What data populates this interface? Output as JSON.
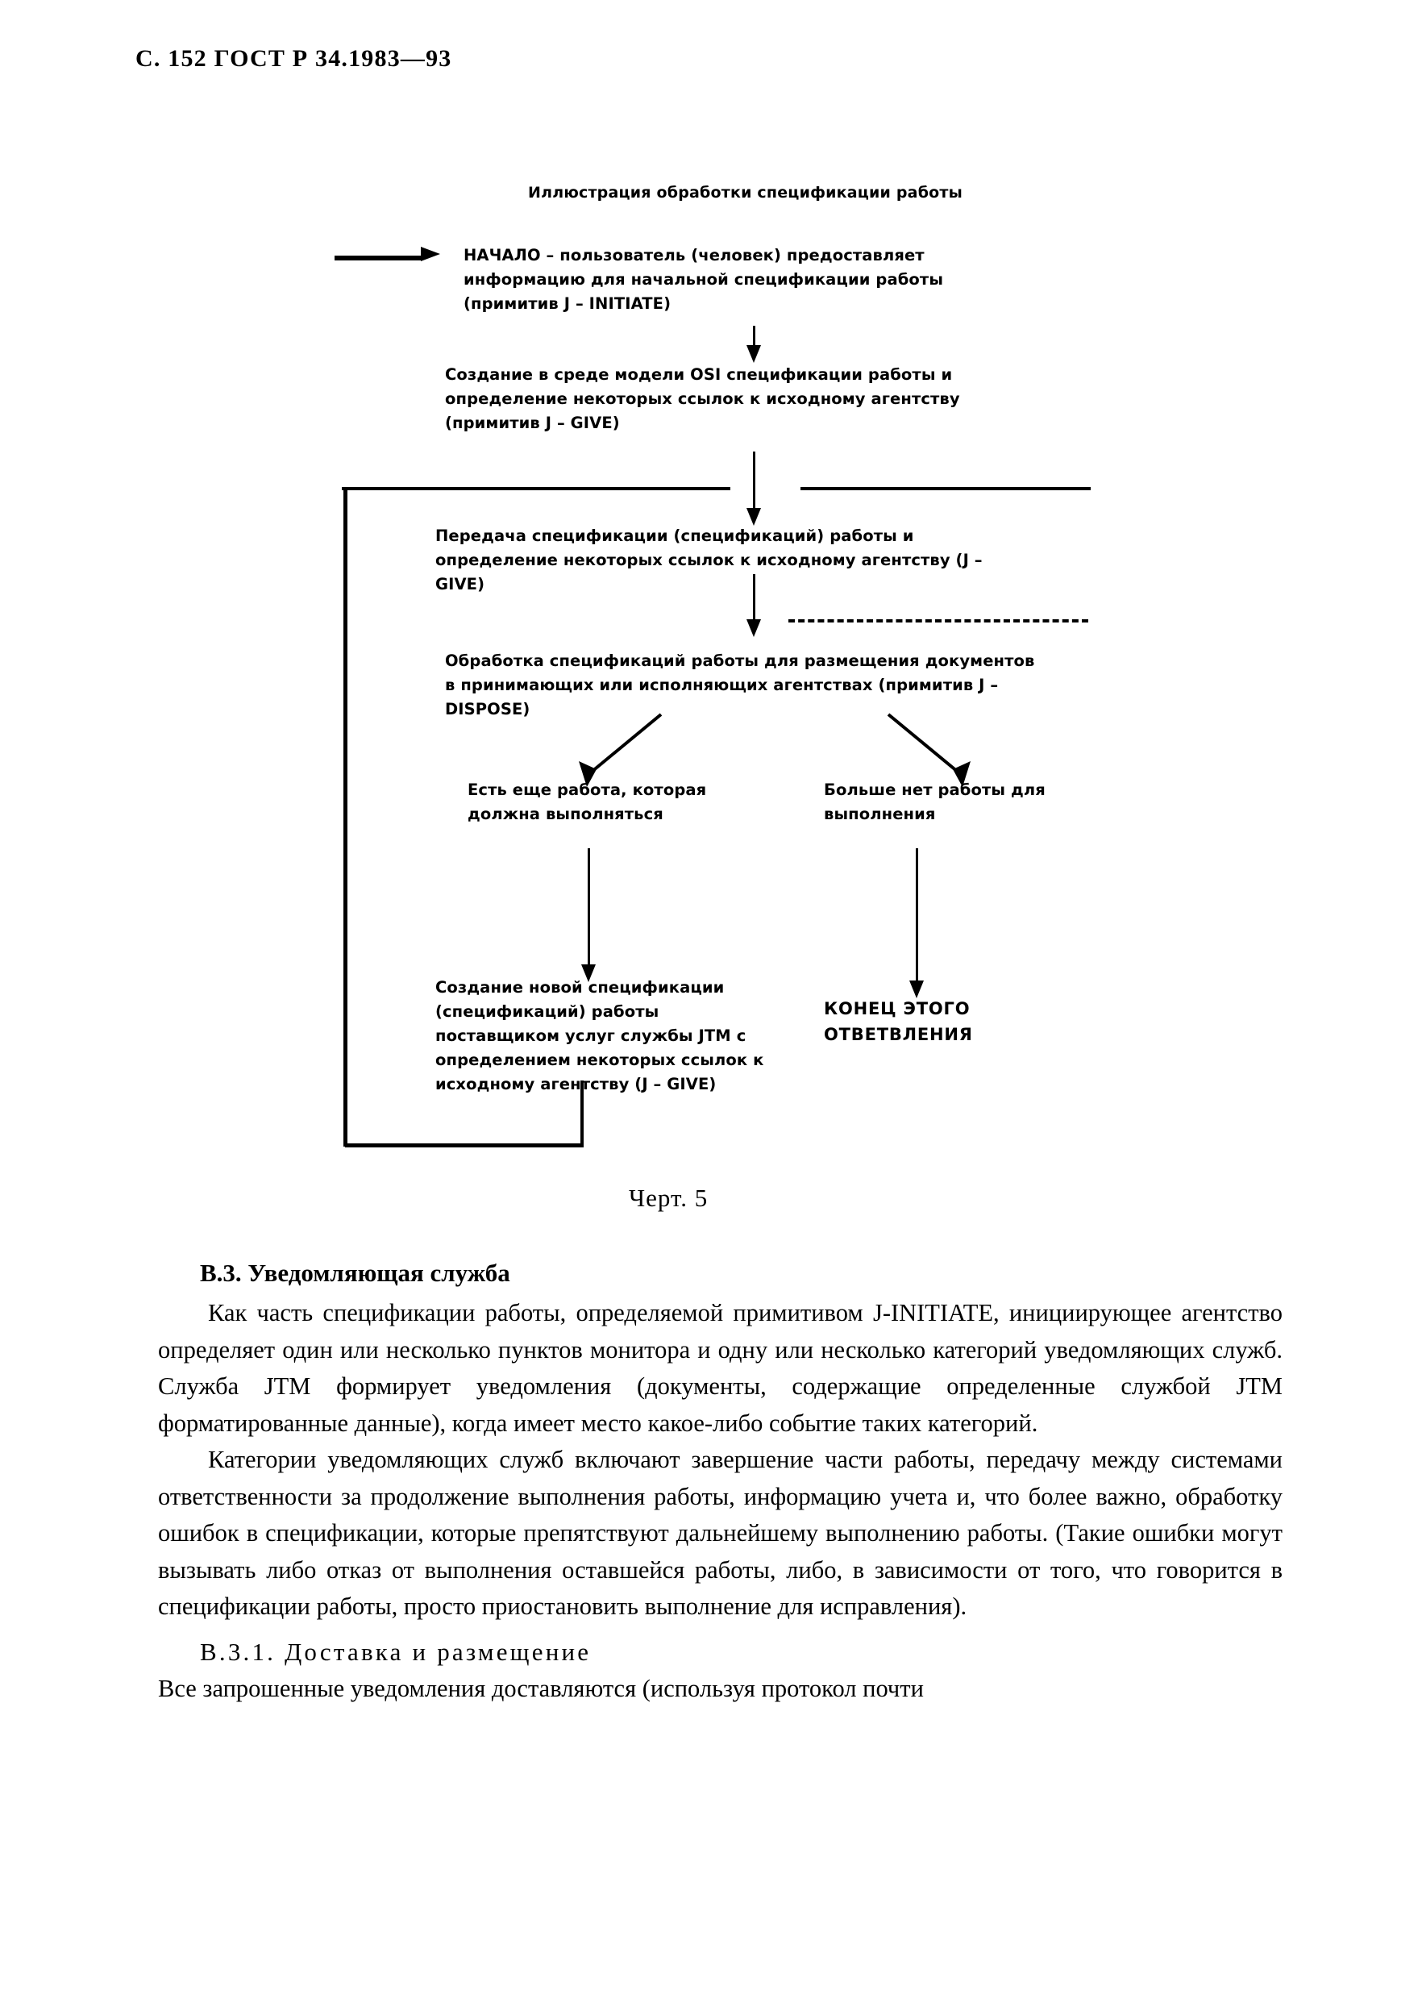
{
  "page": {
    "running_head": "С. 152 ГОСТ Р 34.1983—93"
  },
  "figure": {
    "title": "Иллюстрация обработки спецификации работы",
    "caption": "Черт. 5",
    "blocks": {
      "start": "НАЧАЛО – пользователь (человек) предоставляет информацию для начальной спецификации работы (примитив J – INITIATE)",
      "create": "Создание в среде модели OSI спецификации работы и определение некоторых ссылок к исходному агентству (примитив J – GIVE)",
      "transfer": "Передача спецификации (спецификаций) работы и определение некоторых ссылок к исходному агентству (J – GIVE)",
      "process": "Обработка спецификаций работы для размещения документов в принимающих или исполняющих агентствах (примитив J – DISPOSE)",
      "branch_left": "Есть еще работа, которая должна выполняться",
      "branch_right": "Больше нет работы для выполнения",
      "new_spec": "Создание новой спецификации (спецификаций) работы поставщиком услуг службы ЈТМ с определением некоторых ссылок к исходному агентству (J – GIVE)",
      "end": "КОНЕЦ ЭТОГО ОТВЕТВЛЕНИЯ"
    }
  },
  "content": {
    "section_heading": "В.3. Уведомляющая служба",
    "paragraph_1": "Как часть спецификации работы, определяемой    примитивом  J-INITIATE, инициирующее агентство определяет один или несколько пунктов монитора и одну или несколько категорий уведомляющих служб. Служба JTM формирует уведомления (документы, содержащие определенные службой JTM форматированные данные), когда имеет место какое-либо событие таких категорий.",
    "paragraph_2": "Категории уведомляющих служб включают завершение части работы, передачу между системами ответственности за продолжение  выполнения   работы, информацию учета и, что более важно, обработку ошибок в спецификации, которые препятствуют дальнейшему выполнению работы. (Такие ошибки могут вызывать либо отказ от выполнения оставшейся работы, либо, в зависимости от того, что говорится в спецификации работы,  просто приостановить выполнение для исправления).",
    "subsection_heading": "В.3.1. Доставка и размещение",
    "paragraph_3": "Все запрошенные уведомления доставляются (используя   протокол   почти"
  }
}
